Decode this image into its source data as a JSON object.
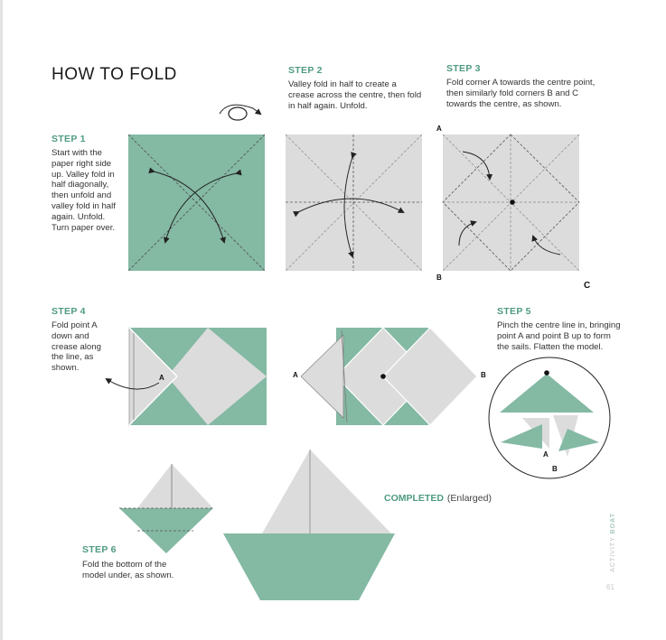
{
  "page_title": "HOW TO FOLD",
  "colors": {
    "green": "#84b9a4",
    "grey": "#dcdcdc",
    "accent": "#4f9a83"
  },
  "icons": {
    "turn_over": "turn-over-icon"
  },
  "steps": [
    {
      "title": "STEP 1",
      "lines": [
        "Start with the",
        "paper right side",
        "up. Valley fold in",
        "half diagonally,",
        "then unfold and",
        "valley fold in half",
        "again. Unfold.",
        "Turn paper over."
      ]
    },
    {
      "title": "STEP 2",
      "lines": [
        "Valley fold in half to create a",
        "crease across the centre, then fold",
        "in half again. Unfold."
      ]
    },
    {
      "title": "STEP 3",
      "lines": [
        "Fold corner A towards the centre point,",
        "then similarly fold corners B and C",
        "towards the centre, as shown."
      ]
    },
    {
      "title": "STEP 4",
      "lines": [
        "Fold point A",
        "down and",
        "crease along",
        "the line, as",
        "shown."
      ]
    },
    {
      "title": "STEP 5",
      "lines": [
        "Pinch the centre line in, bringing",
        "point A and point B up to form",
        "the sails. Flatten the model."
      ]
    },
    {
      "title": "STEP 6",
      "lines": [
        "Fold the bottom of the",
        "model under, as shown."
      ]
    }
  ],
  "labels": {
    "a": "A",
    "b": "B",
    "c": "C"
  },
  "completed": {
    "label": "COMPLETED",
    "note": "(Enlarged)"
  },
  "sidebar": {
    "prefix": "ACTIVITY",
    "name": "BOAT"
  },
  "page_number": "61"
}
